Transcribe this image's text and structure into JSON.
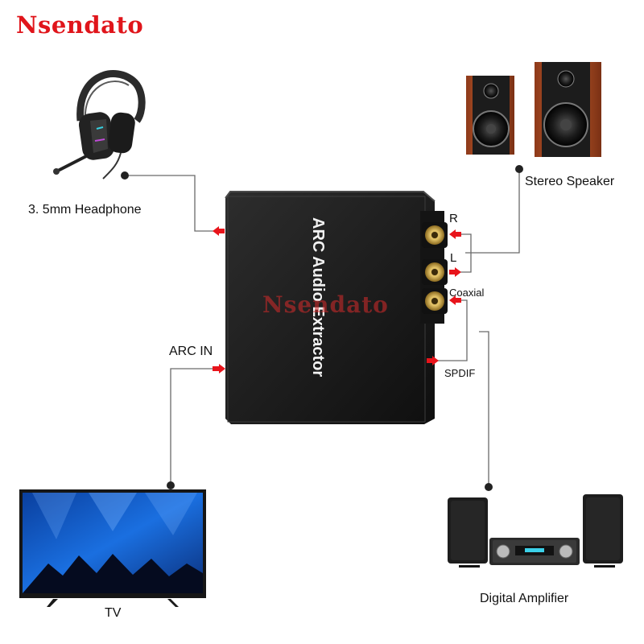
{
  "brand": {
    "name": "Nsendato",
    "color": "#e0151b"
  },
  "device": {
    "title": "ARC Audio Extractor",
    "watermark": "Nsendato"
  },
  "labels": {
    "headphone": "3. 5mm Headphone",
    "arc_in": "ARC IN",
    "tv": "TV",
    "stereo_speaker": "Stereo Speaker",
    "right": "R",
    "left": "L",
    "coaxial": "Coaxial",
    "spdif": "SPDIF",
    "digital_amplifier": "Digital Amplifier"
  },
  "colors": {
    "arrow": "#e8141b",
    "device_body": "#1a1a1a",
    "connector_gold": "#c9a24a",
    "wood": "#b5532a"
  }
}
